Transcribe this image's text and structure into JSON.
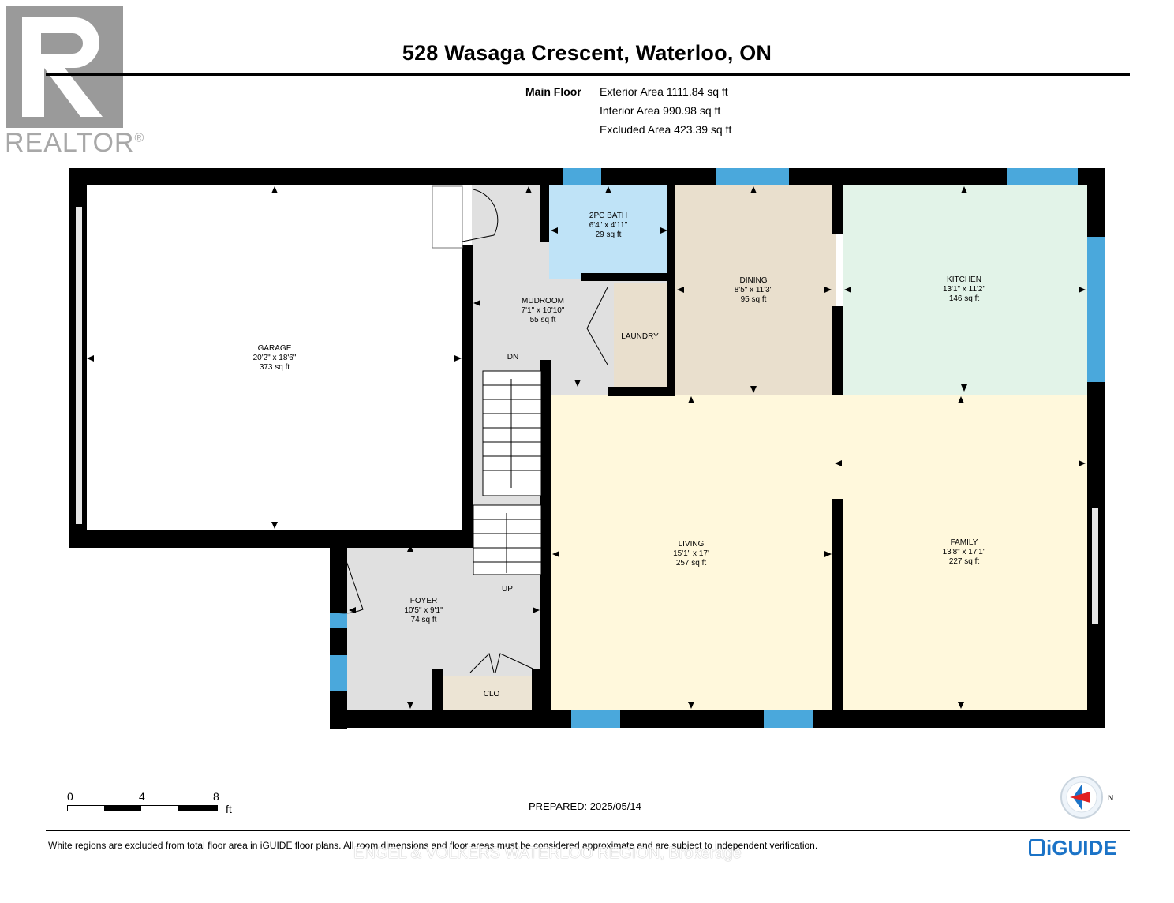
{
  "logo": {
    "text": "REALTOR",
    "registered": "®"
  },
  "header": {
    "title": "528 Wasaga Crescent, Waterloo, ON"
  },
  "floor": {
    "name": "Main Floor",
    "exterior": "Exterior Area 1111.84 sq ft",
    "interior": "Interior Area 990.98 sq ft",
    "excluded": "Excluded Area 423.39 sq ft"
  },
  "rooms": {
    "garage": {
      "name": "GARAGE",
      "dims": "20'2\" x 18'6\"",
      "area": "373 sq ft"
    },
    "bath": {
      "name": "2PC BATH",
      "dims": "6'4\" x 4'11\"",
      "area": "29 sq ft"
    },
    "mudroom": {
      "name": "MUDROOM",
      "dims": "7'1\" x 10'10\"",
      "area": "55 sq ft"
    },
    "dining": {
      "name": "DINING",
      "dims": "8'5\" x 11'3\"",
      "area": "95 sq ft"
    },
    "kitchen": {
      "name": "KITCHEN",
      "dims": "13'1\" x 11'2\"",
      "area": "146 sq ft"
    },
    "living": {
      "name": "LIVING",
      "dims": "15'1\" x 17'",
      "area": "257 sq ft"
    },
    "family": {
      "name": "FAMILY",
      "dims": "13'8\" x 17'1\"",
      "area": "227 sq ft"
    },
    "foyer": {
      "name": "FOYER",
      "dims": "10'5\" x 9'1\"",
      "area": "74 sq ft"
    },
    "laundry": {
      "name": "LAUNDRY"
    },
    "closet": {
      "name": "CLO"
    }
  },
  "stairs": {
    "down": "DN",
    "up": "UP"
  },
  "scale": {
    "labels": [
      "0",
      "4",
      "8"
    ],
    "unit": "ft"
  },
  "compass": {
    "label": "N"
  },
  "prepared": "PREPARED: 2025/05/14",
  "footer": {
    "disclaimer": "White regions are excluded from total floor area in iGUIDE floor plans. All room dimensions and floor areas must be considered approximate and are subject to independent verification.",
    "watermark": "ENGEL & VOLKERS WATERLOO REGION, Brokerage",
    "brand": "iGUIDE"
  },
  "colors": {
    "wall": "#000000",
    "window": "#4aa8dc",
    "bath": "#bfe3f7",
    "dining": "#e9dfcd",
    "kitchen": "#e2f3e8",
    "living": "#fff8dc",
    "hall": "#e0e0e0",
    "closet": "#ece4d4",
    "brand": "#1b73c7",
    "realtor": "#9a9a9a"
  }
}
